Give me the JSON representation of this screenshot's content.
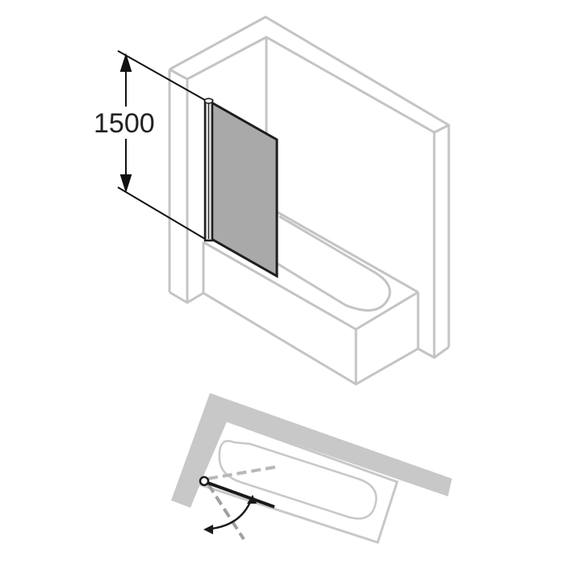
{
  "diagram": {
    "type": "technical product drawing",
    "subject": "single-panel hinged bath screen on bathtub",
    "dimension": {
      "label": "1500",
      "meaning": "screen height"
    },
    "views": [
      {
        "id": "isometric",
        "description": "3D view of bath tub in alcove with glass screen at wall end"
      },
      {
        "id": "plan",
        "description": "top view showing swing range of screen with hinge pivot and rotation arrow"
      }
    ],
    "colors": {
      "outline": "#c4c4c4",
      "glass": "#a9a9a9",
      "frame": "#1e1e1e",
      "wall_plan": "#c8c8c8",
      "dashed_positions": "#a8a8a8",
      "dimension_line": "#111111"
    }
  }
}
